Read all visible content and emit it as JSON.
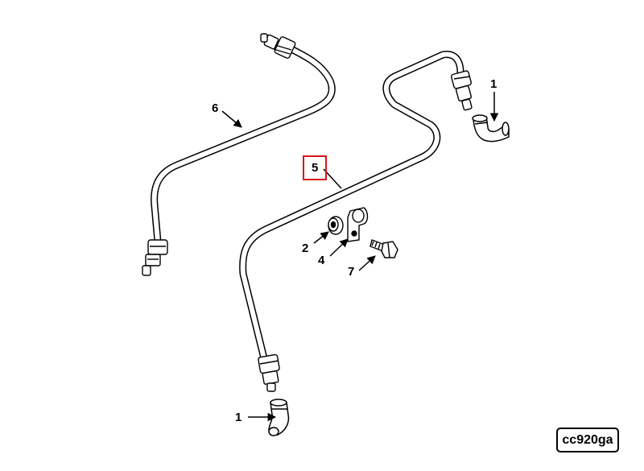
{
  "callouts": {
    "elbow_right": "1",
    "elbow_bottom": "1",
    "washer": "2",
    "clamp": "4",
    "tube_long": "5",
    "tube_left": "6",
    "capscrew": "7"
  },
  "figure_code": "cc920ga",
  "colors": {
    "highlight": "#d9141b",
    "line": "#000000"
  }
}
